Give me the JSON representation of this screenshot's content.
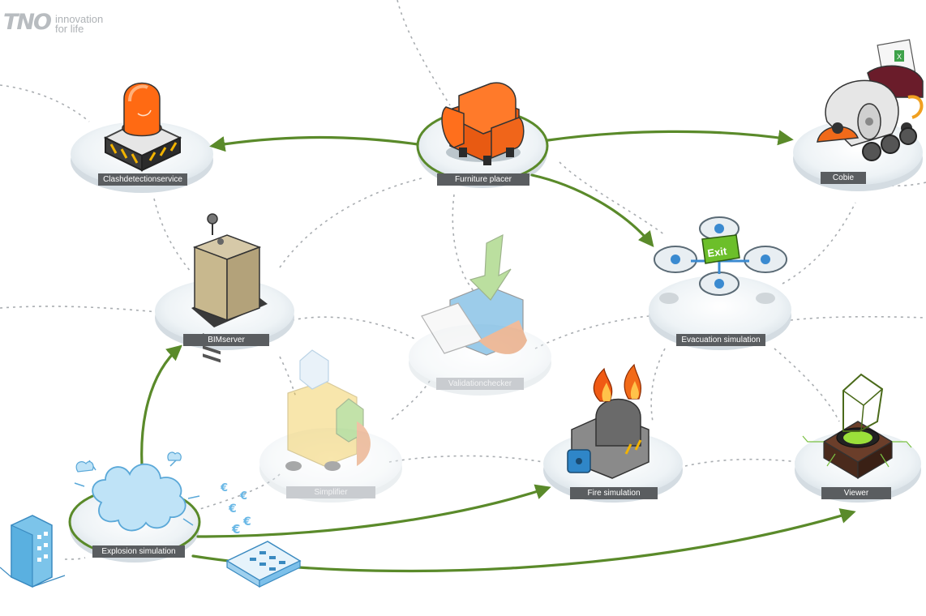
{
  "logo": {
    "mark": "TNO",
    "tagline_1": "innovation",
    "tagline_2": "for life"
  },
  "nodes": {
    "clash": {
      "label": "Clashdetectionservice"
    },
    "furniture": {
      "label": "Furniture placer"
    },
    "cobie": {
      "label": "Cobie"
    },
    "bim": {
      "label": "BIMserver"
    },
    "validation": {
      "label": "Validationchecker"
    },
    "evacuation": {
      "label": "Evacuation simulation",
      "sign": "Exit"
    },
    "simplifier": {
      "label": "Simplifier"
    },
    "fire": {
      "label": "Fire simulation"
    },
    "viewer": {
      "label": "Viewer"
    },
    "explosion": {
      "label": "Explosion simulation"
    }
  },
  "colors": {
    "connection_active": "#5a8a2a",
    "connection_inactive": "#a9adb1",
    "label_background": "#5a5d60",
    "node_highlight_ring": "#5a8a2a"
  }
}
